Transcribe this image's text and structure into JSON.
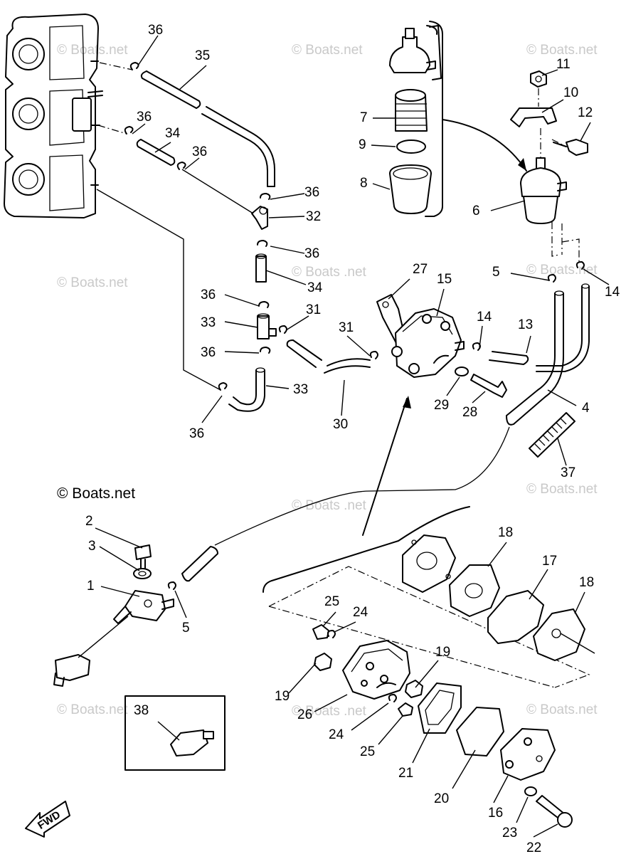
{
  "watermark": {
    "text": "© Boats.net",
    "text_spaced": "© Boats .net",
    "prominent_text": "© Boats.net"
  },
  "direction_label": "FWD",
  "callouts": [
    "1",
    "2",
    "3",
    "4",
    "5",
    "6",
    "7",
    "8",
    "9",
    "10",
    "11",
    "12",
    "13",
    "14",
    "15",
    "16",
    "17",
    "18",
    "19",
    "20",
    "21",
    "22",
    "23",
    "24",
    "25",
    "26",
    "27",
    "28",
    "29",
    "30",
    "31",
    "32",
    "33",
    "34",
    "35",
    "36",
    "37",
    "38"
  ]
}
